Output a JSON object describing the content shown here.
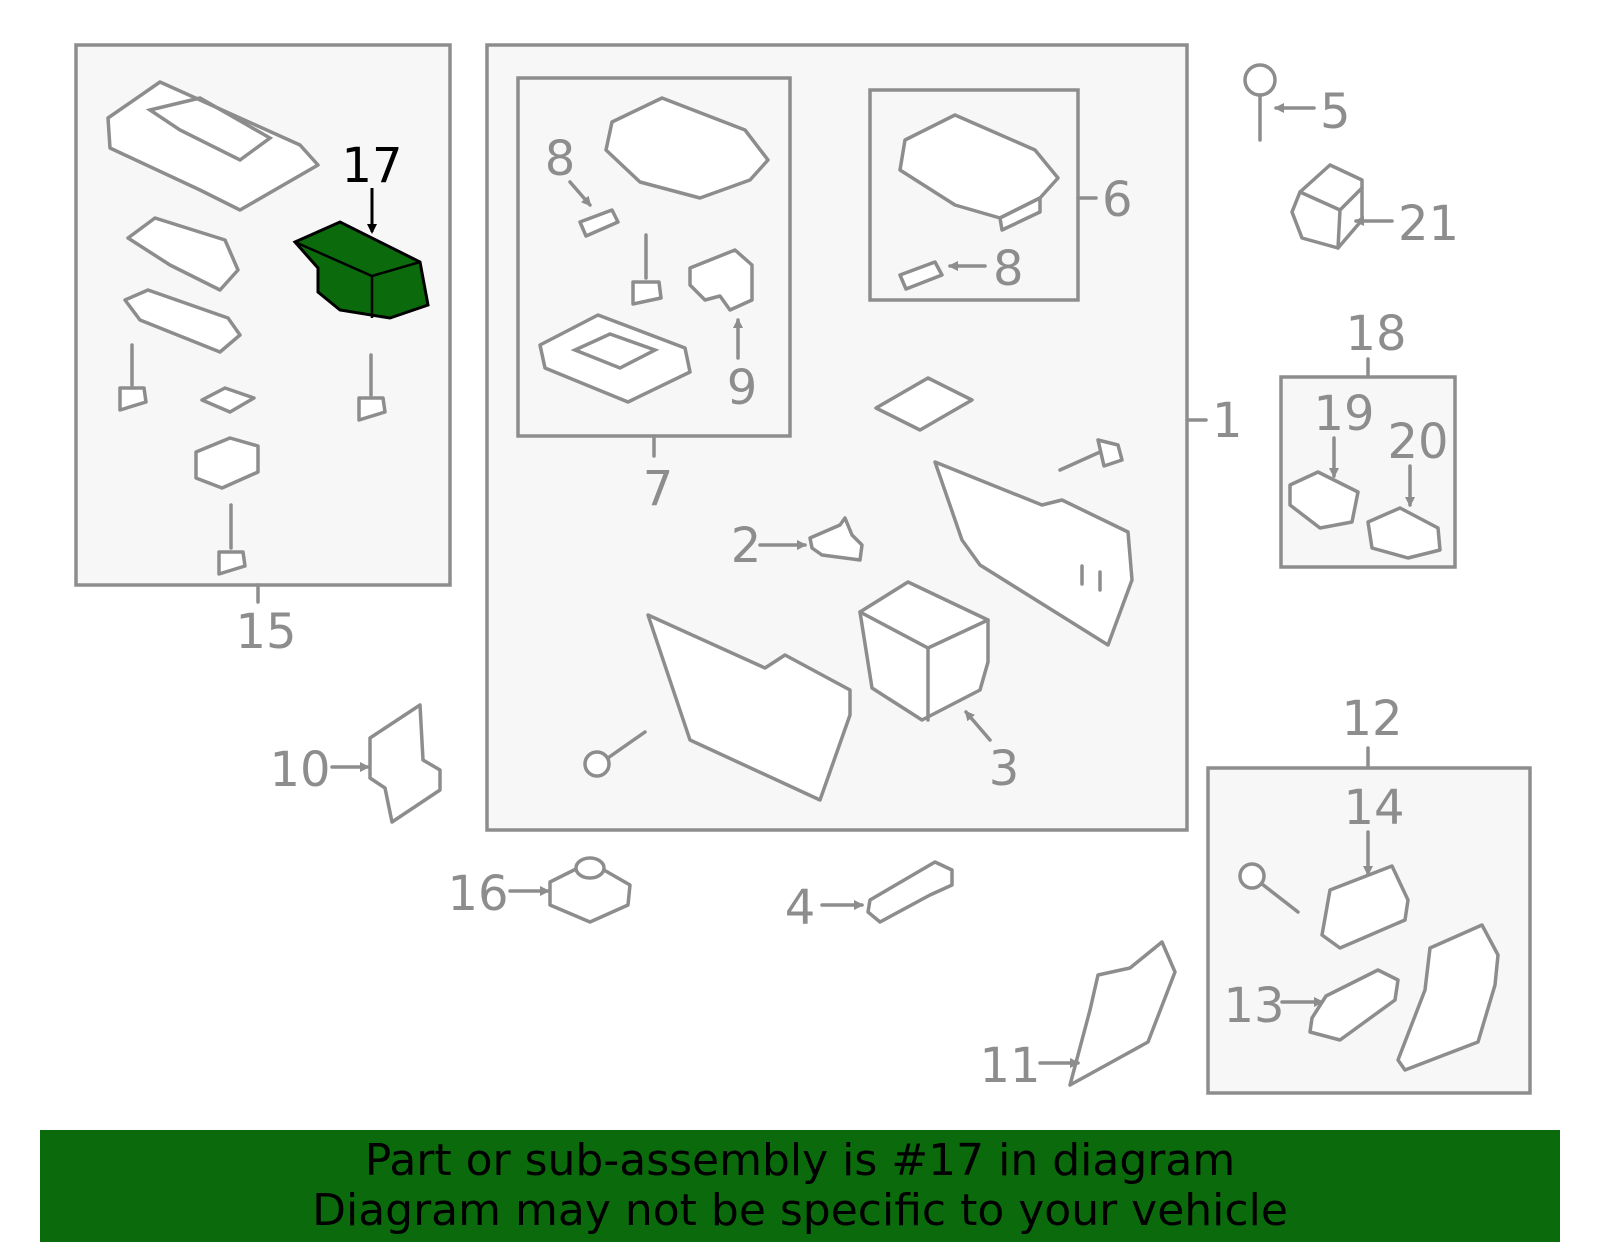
{
  "callouts": {
    "c1": "1",
    "c2": "2",
    "c3": "3",
    "c4": "4",
    "c5": "5",
    "c6": "6",
    "c7": "7",
    "c8a": "8",
    "c8b": "8",
    "c9": "9",
    "c10": "10",
    "c11": "11",
    "c12": "12",
    "c13": "13",
    "c14": "14",
    "c15": "15",
    "c16": "16",
    "c17": "17",
    "c18": "18",
    "c19": "19",
    "c20": "20",
    "c21": "21"
  },
  "highlighted_part": "17",
  "colors": {
    "highlight": "#0b6a0b",
    "line": "#8d8d8d",
    "box_fill": "#f7f7f7",
    "banner_bg": "#0b6a0b"
  },
  "banner": {
    "line1": "Part or sub-assembly is #17 in diagram",
    "line2": "Diagram may not be specific to your vehicle"
  }
}
